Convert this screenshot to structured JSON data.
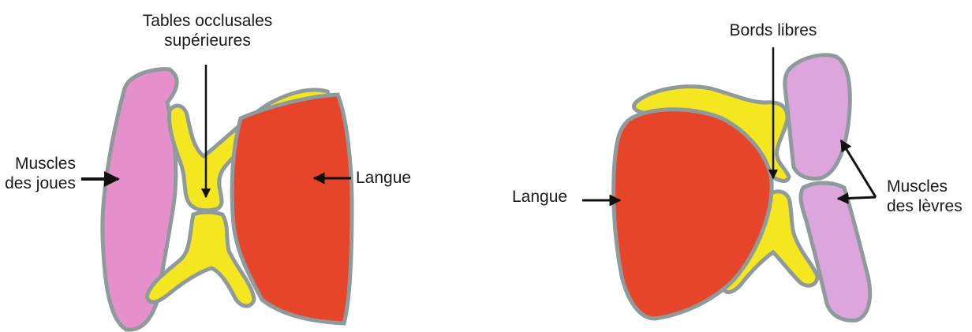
{
  "colors": {
    "cheek_muscle": "#e58fcb",
    "lip_muscle": "#dca6dc",
    "tongue": "#e7452a",
    "teeth": "#f5e71f",
    "outline": "#8e9a9c",
    "arrow": "#111111"
  },
  "left_figure": {
    "label_occlusal_line1": "Tables occlusales",
    "label_occlusal_line2": "supérieures",
    "label_cheeks_line1": "Muscles",
    "label_cheeks_line2": "des joues",
    "label_tongue": "Langue"
  },
  "right_figure": {
    "label_edges": "Bords libres",
    "label_tongue": "Langue",
    "label_lips_line1": "Muscles",
    "label_lips_line2": "des lèvres"
  }
}
